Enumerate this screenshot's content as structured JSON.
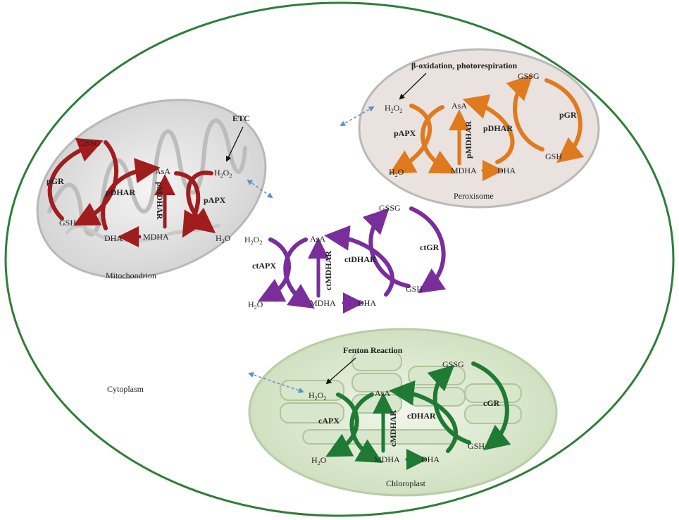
{
  "colors": {
    "cell_border": "#2f7d3a",
    "mito": "#a11d1d",
    "perox": "#e07a1f",
    "cyto": "#7a2e9c",
    "chloro": "#1f7a34",
    "dashed": "#5b8fc7"
  },
  "cytoplasm": {
    "label": "Cytoplasm"
  },
  "mitochondrion": {
    "label": "Mitochondrion",
    "source": "ETC",
    "h2o2": "H",
    "h2o2_sub": "2",
    "h2o2_o": "O",
    "h2o2_sub2": "2",
    "h2o_h": "H",
    "h2o_sub": "2",
    "h2o_o": "O",
    "asa": "AsA",
    "mdha": "MDHA",
    "dha": "DHA",
    "gssg": "GSSG",
    "gsh": "GSH",
    "apx": "pAPX",
    "mdhar": "pMDHAR",
    "dhar": "pDHAR",
    "gr": "pGR"
  },
  "peroxisome": {
    "label": "Peroxisome",
    "source": "β-oxidation, photorespiration",
    "h2o2": "H",
    "h2o2_sub": "2",
    "h2o2_o": "O",
    "h2o2_sub2": "2",
    "h2o_h": "H",
    "h2o_sub": "2",
    "h2o_o": "O",
    "asa": "AsA",
    "mdha": "MDHA",
    "dha": "DHA",
    "gssg": "GSSG",
    "gsh": "GSH",
    "apx": "pAPX",
    "mdhar": "pMDHAR",
    "dhar": "pDHAR",
    "gr": "pGR"
  },
  "cytosol": {
    "h2o2": "H",
    "h2o2_sub": "2",
    "h2o2_o": "O",
    "h2o2_sub2": "2",
    "h2o_h": "H",
    "h2o_sub": "2",
    "h2o_o": "O",
    "asa": "AsA",
    "mdha": "MDHA",
    "dha": "DHA",
    "gssg": "GSSG",
    "gsh": "GSH",
    "apx": "ctAPX",
    "mdhar": "ctMDHAR",
    "dhar": "ctDHAR",
    "gr": "ctGR"
  },
  "chloroplast": {
    "label": "Chloroplast",
    "source": "Fenton Reaction",
    "h2o2": "H",
    "h2o2_sub": "2",
    "h2o2_o": "O",
    "h2o2_sub2": "2",
    "h2o_h": "H",
    "h2o_sub": "2",
    "h2o_o": "O",
    "asa": "AsA",
    "mdha": "MDHA",
    "dha": "DHA",
    "gssg": "GSSG",
    "gsh": "GSH",
    "apx": "cAPX",
    "mdhar": "cMDHAR",
    "dhar": "cDHAR",
    "gr": "cGR"
  }
}
